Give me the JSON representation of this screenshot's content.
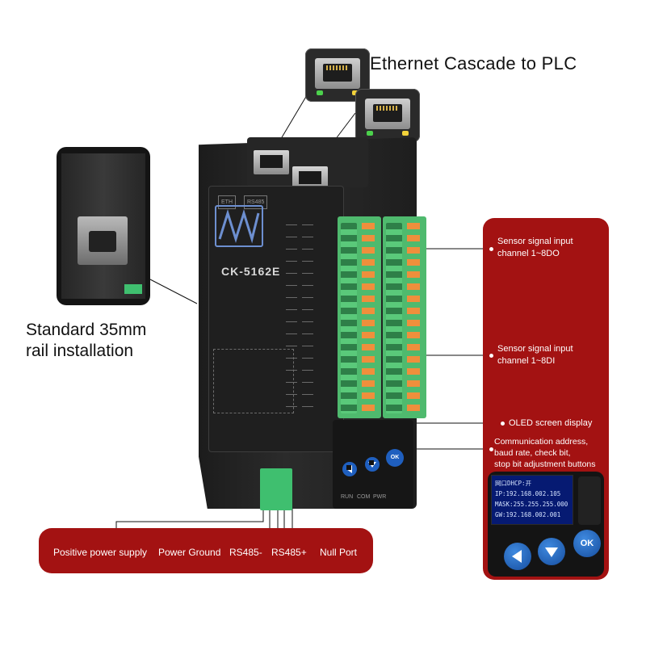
{
  "ethernet": {
    "title": "Ethernet Cascade to PLC"
  },
  "rail": {
    "line1": "Standard 35mm",
    "line2": "rail installation"
  },
  "device": {
    "model": "CK-5162E",
    "port_eth": "ETH",
    "port_rs485": "RS485",
    "status_leds": [
      "RUN",
      "COM",
      "PWR"
    ],
    "ok_label": "OK"
  },
  "right_callouts": [
    {
      "text_line1": "Sensor signal input",
      "text_line2": "channel 1~8DO"
    },
    {
      "text_line1": "Sensor signal input",
      "text_line2": "channel 1~8DI"
    },
    {
      "text_line1": "OLED screen display",
      "text_line2": ""
    },
    {
      "text_line1": "Communication address,",
      "text_line2": "baud rate, check bit,",
      "text_line3": "stop bit adjustment buttons"
    }
  ],
  "oled": {
    "lines": [
      "网口DHCP:开",
      "IP:192.168.002.105",
      "MASK:255.255.255.000",
      "GW:192.168.002.001"
    ],
    "ok_label": "OK"
  },
  "bottom_labels": [
    "Positive power supply",
    "Power Ground",
    "RS485-",
    "RS485+",
    "Null Port"
  ],
  "colors": {
    "callout_red": "#a31212",
    "terminal_green": "#4fba6e",
    "lever_orange": "#ef8f3c",
    "button_blue": "#1f5fbf",
    "oled_blue": "#061a72"
  }
}
